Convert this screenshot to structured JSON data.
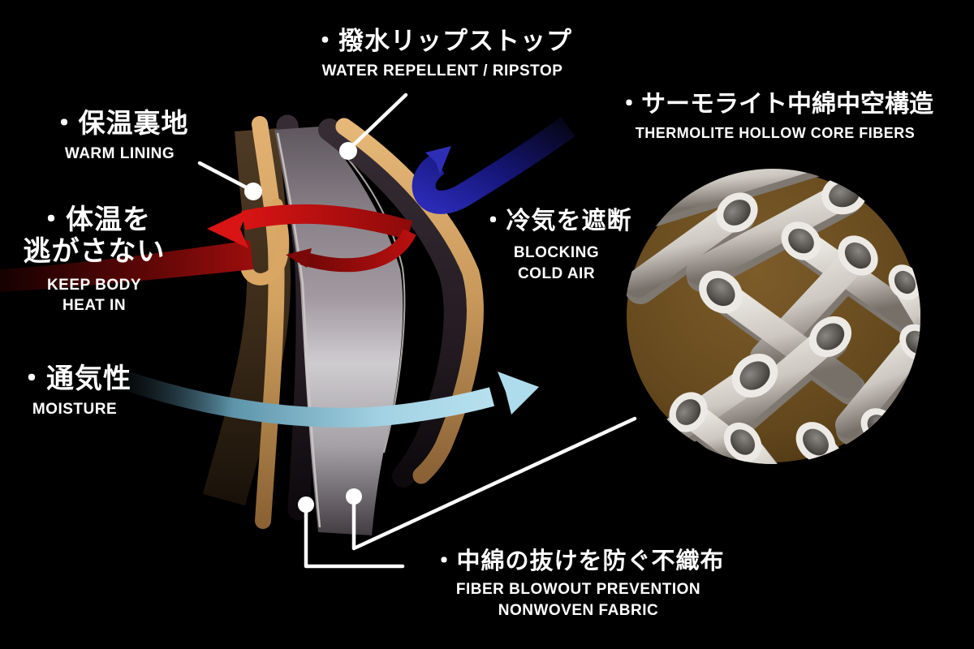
{
  "page": {
    "background": "#000000",
    "kind": "product-feature-diagram"
  },
  "labels": {
    "water_repellent": {
      "jp": "・撥水リップストップ",
      "en": "WATER REPELLENT / RIPSTOP"
    },
    "warm_lining": {
      "jp": "・保温裏地",
      "en": "WARM LINING"
    },
    "keep_body_heat": {
      "jp_line1": "・体温を",
      "jp_line2": "逃がさない",
      "en_line1": "KEEP BODY",
      "en_line2": "HEAT IN"
    },
    "moisture": {
      "jp": "・通気性",
      "en": "MOISTURE"
    },
    "blocking_cold_air": {
      "jp": "・冷気を遮断",
      "en_line1": "BLOCKING",
      "en_line2": "COLD AIR"
    },
    "thermolite": {
      "jp": "・サーモライト中綿中空構造",
      "en": "THERMOLITE HOLLOW CORE FIBERS"
    },
    "nonwoven_fabric": {
      "jp": "・中綿の抜けを防ぐ不織布",
      "en_line1": "FIBER BLOWOUT PREVENTION",
      "en_line2": "NONWOVEN FABRIC"
    }
  },
  "diagram": {
    "fabric_cross_section": {
      "description": "Layered insulated-jacket fabric cross-section",
      "shell_color": "#c9995c",
      "insulation_color": "#b9b5ba",
      "dark_layer_color": "#241c22"
    },
    "fiber_closeup": {
      "description": "Magnified hollow-core insulation fibers",
      "background_color": "#64481d",
      "fiber_color": "#ddd8d1"
    },
    "arrows": [
      {
        "name": "heat-arrow",
        "meaning": "body heat kept inside",
        "color": "#d21212"
      },
      {
        "name": "cold-air-arrow",
        "meaning": "cold air deflected",
        "color": "#2a2ab0"
      },
      {
        "name": "moisture-arrow",
        "meaning": "moisture escapes through",
        "color": "#aad8e8"
      }
    ],
    "callout_color": "#ffffff",
    "text_color": "#ffffff"
  }
}
